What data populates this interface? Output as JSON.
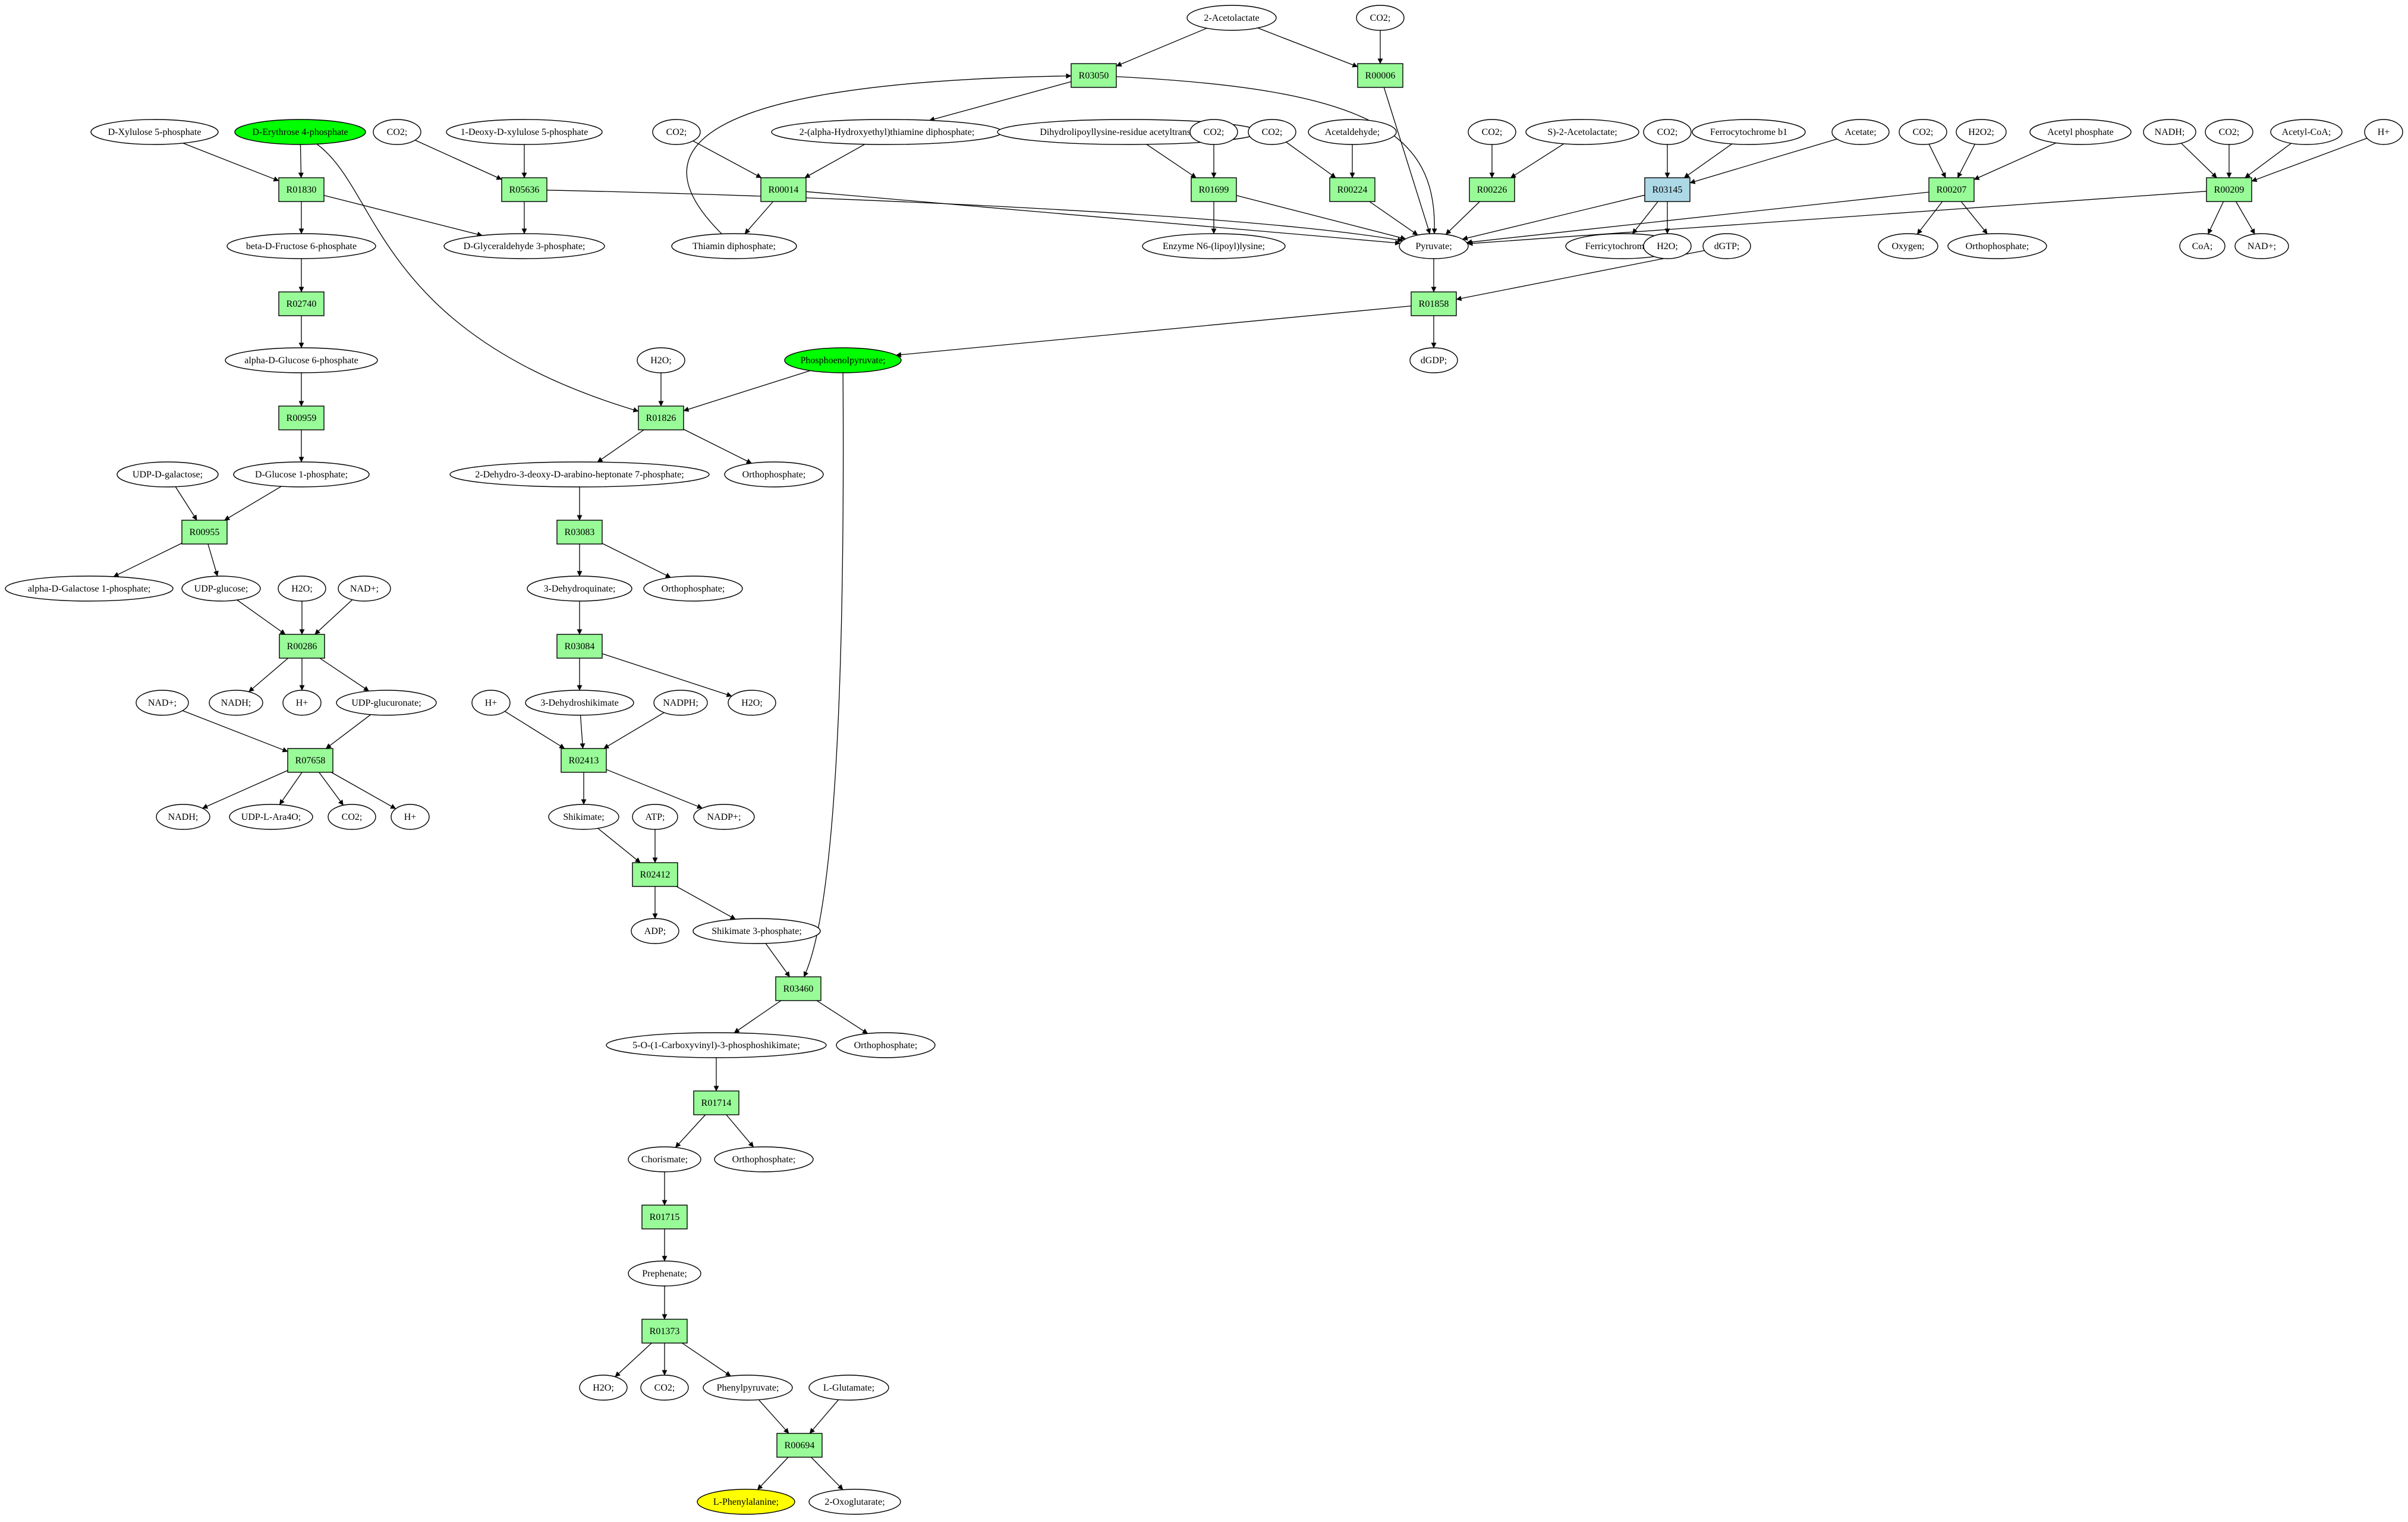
{
  "colors": {
    "reaction": "#98fb98",
    "reaction_highlight": "#add8e6",
    "compound": "#ffffff",
    "source_compound": "#00ff00",
    "target_compound": "#ffff00",
    "edge": "#000000"
  },
  "diagram": {
    "type": "metabolic-pathway-graph",
    "nodes": [
      {
        "id": "c_2acetolactate",
        "label": "2-Acetolactate",
        "kind": "compound"
      },
      {
        "id": "c_co2_top",
        "label": "CO2;",
        "kind": "compound"
      },
      {
        "id": "r_R03050",
        "label": "R03050",
        "kind": "reaction"
      },
      {
        "id": "r_R00006",
        "label": "R00006",
        "kind": "reaction"
      },
      {
        "id": "c_dxylulose5p",
        "label": "D-Xylulose 5-phosphate",
        "kind": "compound"
      },
      {
        "id": "c_derythrose4p",
        "label": "D-Erythrose 4-phosphate",
        "kind": "source"
      },
      {
        "id": "c_co2_a",
        "label": "CO2;",
        "kind": "compound"
      },
      {
        "id": "c_deoxyxylulose5p",
        "label": "1-Deoxy-D-xylulose 5-phosphate",
        "kind": "compound"
      },
      {
        "id": "c_co2_b",
        "label": "CO2;",
        "kind": "compound"
      },
      {
        "id": "c_hethdp",
        "label": "2-(alpha-Hydroxyethyl)thiamine diphosphate;",
        "kind": "compound"
      },
      {
        "id": "c_dihydrolipoyl",
        "label": "Dihydrolipoyllysine-residue acetyltransferase]",
        "kind": "compound"
      },
      {
        "id": "c_co2_c",
        "label": "CO2;",
        "kind": "compound"
      },
      {
        "id": "c_co2_d",
        "label": "CO2;",
        "kind": "compound"
      },
      {
        "id": "c_acetaldehyde",
        "label": "Acetaldehyde;",
        "kind": "compound"
      },
      {
        "id": "c_co2_e",
        "label": "CO2;",
        "kind": "compound"
      },
      {
        "id": "c_s2acetolactate",
        "label": "S)-2-Acetolactate;",
        "kind": "compound"
      },
      {
        "id": "c_co2_f",
        "label": "CO2;",
        "kind": "compound"
      },
      {
        "id": "c_ferrocytochrome",
        "label": "Ferrocytochrome b1",
        "kind": "compound"
      },
      {
        "id": "c_acetate",
        "label": "Acetate;",
        "kind": "compound"
      },
      {
        "id": "c_co2_g",
        "label": "CO2;",
        "kind": "compound"
      },
      {
        "id": "c_h2o2",
        "label": "H2O2;",
        "kind": "compound"
      },
      {
        "id": "c_acetylphosphate",
        "label": "Acetyl phosphate",
        "kind": "compound"
      },
      {
        "id": "c_nadh_top",
        "label": "NADH;",
        "kind": "compound"
      },
      {
        "id": "c_co2_h",
        "label": "CO2;",
        "kind": "compound"
      },
      {
        "id": "c_acetylcoa",
        "label": "Acetyl-CoA;",
        "kind": "compound"
      },
      {
        "id": "c_hplus_top",
        "label": "H+",
        "kind": "compound"
      },
      {
        "id": "r_R01830",
        "label": "R01830",
        "kind": "reaction"
      },
      {
        "id": "r_R05636",
        "label": "R05636",
        "kind": "reaction"
      },
      {
        "id": "r_R00014",
        "label": "R00014",
        "kind": "reaction"
      },
      {
        "id": "r_R01699",
        "label": "R01699",
        "kind": "reaction"
      },
      {
        "id": "r_R00224",
        "label": "R00224",
        "kind": "reaction"
      },
      {
        "id": "r_R00226",
        "label": "R00226",
        "kind": "reaction"
      },
      {
        "id": "r_R03145",
        "label": "R03145",
        "kind": "reaction_highlight"
      },
      {
        "id": "r_R00207",
        "label": "R00207",
        "kind": "reaction"
      },
      {
        "id": "r_R00209",
        "label": "R00209",
        "kind": "reaction"
      },
      {
        "id": "c_bdfructose6p",
        "label": "beta-D-Fructose 6-phosphate",
        "kind": "compound"
      },
      {
        "id": "c_dglyceraldehyde3p",
        "label": "D-Glyceraldehyde 3-phosphate;",
        "kind": "compound"
      },
      {
        "id": "c_thiamindp",
        "label": "Thiamin diphosphate;",
        "kind": "compound"
      },
      {
        "id": "c_enzymen6",
        "label": "Enzyme N6-(lipoyl)lysine;",
        "kind": "compound"
      },
      {
        "id": "c_pyruvate",
        "label": "Pyruvate;",
        "kind": "compound"
      },
      {
        "id": "c_ferricytochrome",
        "label": "Ferricytochrome b1",
        "kind": "compound"
      },
      {
        "id": "c_h2o_a",
        "label": "H2O;",
        "kind": "compound"
      },
      {
        "id": "c_dgtp",
        "label": "dGTP;",
        "kind": "compound"
      },
      {
        "id": "c_oxygen",
        "label": "Oxygen;",
        "kind": "compound"
      },
      {
        "id": "c_orthophosphate_a",
        "label": "Orthophosphate;",
        "kind": "compound"
      },
      {
        "id": "c_coa",
        "label": "CoA;",
        "kind": "compound"
      },
      {
        "id": "c_nadplus_a",
        "label": "NAD+;",
        "kind": "compound"
      },
      {
        "id": "r_R02740",
        "label": "R02740",
        "kind": "reaction"
      },
      {
        "id": "r_R01858",
        "label": "R01858",
        "kind": "reaction"
      },
      {
        "id": "c_adglucose6p",
        "label": "alpha-D-Glucose 6-phosphate",
        "kind": "compound"
      },
      {
        "id": "c_h2o_b",
        "label": "H2O;",
        "kind": "compound"
      },
      {
        "id": "c_pep",
        "label": "Phosphoenolpyruvate;",
        "kind": "source"
      },
      {
        "id": "c_dgdp",
        "label": "dGDP;",
        "kind": "compound"
      },
      {
        "id": "r_R00959",
        "label": "R00959",
        "kind": "reaction"
      },
      {
        "id": "r_R01826",
        "label": "R01826",
        "kind": "reaction"
      },
      {
        "id": "c_udpgalactose",
        "label": "UDP-D-galactose;",
        "kind": "compound"
      },
      {
        "id": "c_dglucose1p",
        "label": "D-Glucose 1-phosphate;",
        "kind": "compound"
      },
      {
        "id": "c_dahp",
        "label": "2-Dehydro-3-deoxy-D-arabino-heptonate 7-phosphate;",
        "kind": "compound"
      },
      {
        "id": "c_orthophosphate_b",
        "label": "Orthophosphate;",
        "kind": "compound"
      },
      {
        "id": "r_R00955",
        "label": "R00955",
        "kind": "reaction"
      },
      {
        "id": "r_R03083",
        "label": "R03083",
        "kind": "reaction"
      },
      {
        "id": "c_adgalactose1p",
        "label": "alpha-D-Galactose 1-phosphate;",
        "kind": "compound"
      },
      {
        "id": "c_udpglucose",
        "label": "UDP-glucose;",
        "kind": "compound"
      },
      {
        "id": "c_h2o_c",
        "label": "H2O;",
        "kind": "compound"
      },
      {
        "id": "c_nadplus_b",
        "label": "NAD+;",
        "kind": "compound"
      },
      {
        "id": "c_dehydroquinate",
        "label": "3-Dehydroquinate;",
        "kind": "compound"
      },
      {
        "id": "c_orthophosphate_c",
        "label": "Orthophosphate;",
        "kind": "compound"
      },
      {
        "id": "r_R00286",
        "label": "R00286",
        "kind": "reaction"
      },
      {
        "id": "r_R03084",
        "label": "R03084",
        "kind": "reaction"
      },
      {
        "id": "c_nadplus_c",
        "label": "NAD+;",
        "kind": "compound"
      },
      {
        "id": "c_nadh_b",
        "label": "NADH;",
        "kind": "compound"
      },
      {
        "id": "c_hplus_a",
        "label": "H+",
        "kind": "compound"
      },
      {
        "id": "c_udpglucuronate",
        "label": "UDP-glucuronate;",
        "kind": "compound"
      },
      {
        "id": "c_hplus_b",
        "label": "H+",
        "kind": "compound"
      },
      {
        "id": "c_dehydroshikimate",
        "label": "3-Dehydroshikimate",
        "kind": "compound"
      },
      {
        "id": "c_nadph",
        "label": "NADPH;",
        "kind": "compound"
      },
      {
        "id": "c_h2o_d",
        "label": "H2O;",
        "kind": "compound"
      },
      {
        "id": "r_R07658",
        "label": "R07658",
        "kind": "reaction"
      },
      {
        "id": "r_R02413",
        "label": "R02413",
        "kind": "reaction"
      },
      {
        "id": "c_nadh_c",
        "label": "NADH;",
        "kind": "compound"
      },
      {
        "id": "c_udplara4o",
        "label": "UDP-L-Ara4O;",
        "kind": "compound"
      },
      {
        "id": "c_co2_i",
        "label": "CO2;",
        "kind": "compound"
      },
      {
        "id": "c_hplus_c",
        "label": "H+",
        "kind": "compound"
      },
      {
        "id": "c_shikimate",
        "label": "Shikimate;",
        "kind": "compound"
      },
      {
        "id": "c_atp",
        "label": "ATP;",
        "kind": "compound"
      },
      {
        "id": "c_nadpplus",
        "label": "NADP+;",
        "kind": "compound"
      },
      {
        "id": "r_R02412",
        "label": "R02412",
        "kind": "reaction"
      },
      {
        "id": "c_adp",
        "label": "ADP;",
        "kind": "compound"
      },
      {
        "id": "c_shikimate3p",
        "label": "Shikimate 3-phosphate;",
        "kind": "compound"
      },
      {
        "id": "r_R03460",
        "label": "R03460",
        "kind": "reaction"
      },
      {
        "id": "c_epsp",
        "label": "5-O-(1-Carboxyvinyl)-3-phosphoshikimate;",
        "kind": "compound"
      },
      {
        "id": "c_orthophosphate_d",
        "label": "Orthophosphate;",
        "kind": "compound"
      },
      {
        "id": "r_R01714",
        "label": "R01714",
        "kind": "reaction"
      },
      {
        "id": "c_chorismate",
        "label": "Chorismate;",
        "kind": "compound"
      },
      {
        "id": "c_orthophosphate_e",
        "label": "Orthophosphate;",
        "kind": "compound"
      },
      {
        "id": "r_R01715",
        "label": "R01715",
        "kind": "reaction"
      },
      {
        "id": "c_prephenate",
        "label": "Prephenate;",
        "kind": "compound"
      },
      {
        "id": "r_R01373",
        "label": "R01373",
        "kind": "reaction"
      },
      {
        "id": "c_h2o_e",
        "label": "H2O;",
        "kind": "compound"
      },
      {
        "id": "c_co2_j",
        "label": "CO2;",
        "kind": "compound"
      },
      {
        "id": "c_phenylpyruvate",
        "label": "Phenylpyruvate;",
        "kind": "compound"
      },
      {
        "id": "c_lglutamate",
        "label": "L-Glutamate;",
        "kind": "compound"
      },
      {
        "id": "r_R00694",
        "label": "R00694",
        "kind": "reaction"
      },
      {
        "id": "c_lphenylalanine",
        "label": "L-Phenylalanine;",
        "kind": "target"
      },
      {
        "id": "c_2oxoglutarate",
        "label": "2-Oxoglutarate;",
        "kind": "compound"
      }
    ],
    "edges": [
      [
        "c_2acetolactate",
        "r_R03050"
      ],
      [
        "c_2acetolactate",
        "r_R00006"
      ],
      [
        "c_co2_top",
        "r_R00006"
      ],
      [
        "r_R03050",
        "c_hethdp"
      ],
      [
        "r_R03050",
        "c_pyruvate"
      ],
      [
        "c_thiamindp",
        "r_R03050"
      ],
      [
        "r_R00006",
        "c_pyruvate"
      ],
      [
        "c_dxylulose5p",
        "r_R01830"
      ],
      [
        "c_derythrose4p",
        "r_R01830"
      ],
      [
        "c_derythrose4p",
        "r_R01826"
      ],
      [
        "r_R01830",
        "c_bdfructose6p"
      ],
      [
        "r_R01830",
        "c_dglyceraldehyde3p"
      ],
      [
        "c_co2_a",
        "r_R05636"
      ],
      [
        "c_deoxyxylulose5p",
        "r_R05636"
      ],
      [
        "r_R05636",
        "c_dglyceraldehyde3p"
      ],
      [
        "r_R05636",
        "c_pyruvate"
      ],
      [
        "c_co2_b",
        "r_R00014"
      ],
      [
        "c_hethdp",
        "r_R00014"
      ],
      [
        "r_R00014",
        "c_thiamindp"
      ],
      [
        "r_R00014",
        "c_pyruvate"
      ],
      [
        "c_dihydrolipoyl",
        "r_R01699"
      ],
      [
        "c_co2_c",
        "r_R01699"
      ],
      [
        "r_R01699",
        "c_enzymen6"
      ],
      [
        "r_R01699",
        "c_pyruvate"
      ],
      [
        "c_co2_d",
        "r_R00224"
      ],
      [
        "c_acetaldehyde",
        "r_R00224"
      ],
      [
        "r_R00224",
        "c_pyruvate"
      ],
      [
        "c_co2_e",
        "r_R00226"
      ],
      [
        "c_s2acetolactate",
        "r_R00226"
      ],
      [
        "r_R00226",
        "c_pyruvate"
      ],
      [
        "c_co2_f",
        "r_R03145"
      ],
      [
        "c_ferrocytochrome",
        "r_R03145"
      ],
      [
        "c_acetate",
        "r_R03145"
      ],
      [
        "r_R03145",
        "c_pyruvate"
      ],
      [
        "r_R03145",
        "c_ferricytochrome"
      ],
      [
        "r_R03145",
        "c_h2o_a"
      ],
      [
        "c_co2_g",
        "r_R00207"
      ],
      [
        "c_h2o2",
        "r_R00207"
      ],
      [
        "c_acetylphosphate",
        "r_R00207"
      ],
      [
        "r_R00207",
        "c_pyruvate"
      ],
      [
        "r_R00207",
        "c_oxygen"
      ],
      [
        "r_R00207",
        "c_orthophosphate_a"
      ],
      [
        "c_nadh_top",
        "r_R00209"
      ],
      [
        "c_co2_h",
        "r_R00209"
      ],
      [
        "c_acetylcoa",
        "r_R00209"
      ],
      [
        "c_hplus_top",
        "r_R00209"
      ],
      [
        "r_R00209",
        "c_pyruvate"
      ],
      [
        "r_R00209",
        "c_coa"
      ],
      [
        "r_R00209",
        "c_nadplus_a"
      ],
      [
        "c_pyruvate",
        "r_R01858"
      ],
      [
        "c_dgtp",
        "r_R01858"
      ],
      [
        "r_R01858",
        "c_dgdp"
      ],
      [
        "r_R01858",
        "c_pep"
      ],
      [
        "c_bdfructose6p",
        "r_R02740"
      ],
      [
        "r_R02740",
        "c_adglucose6p"
      ],
      [
        "c_adglucose6p",
        "r_R00959"
      ],
      [
        "r_R00959",
        "c_dglucose1p"
      ],
      [
        "c_h2o_b",
        "r_R01826"
      ],
      [
        "c_pep",
        "r_R01826"
      ],
      [
        "c_pep",
        "r_R03460"
      ],
      [
        "r_R01826",
        "c_dahp"
      ],
      [
        "r_R01826",
        "c_orthophosphate_b"
      ],
      [
        "c_udpgalactose",
        "r_R00955"
      ],
      [
        "c_dglucose1p",
        "r_R00955"
      ],
      [
        "r_R00955",
        "c_adgalactose1p"
      ],
      [
        "r_R00955",
        "c_udpglucose"
      ],
      [
        "c_dahp",
        "r_R03083"
      ],
      [
        "r_R03083",
        "c_dehydroquinate"
      ],
      [
        "r_R03083",
        "c_orthophosphate_c"
      ],
      [
        "c_udpglucose",
        "r_R00286"
      ],
      [
        "c_h2o_c",
        "r_R00286"
      ],
      [
        "c_nadplus_b",
        "r_R00286"
      ],
      [
        "r_R00286",
        "c_nadh_b"
      ],
      [
        "r_R00286",
        "c_hplus_a"
      ],
      [
        "r_R00286",
        "c_udpglucuronate"
      ],
      [
        "c_dehydroquinate",
        "r_R03084"
      ],
      [
        "r_R03084",
        "c_dehydroshikimate"
      ],
      [
        "r_R03084",
        "c_h2o_d"
      ],
      [
        "c_nadplus_c",
        "r_R07658"
      ],
      [
        "c_udpglucuronate",
        "r_R07658"
      ],
      [
        "r_R07658",
        "c_nadh_c"
      ],
      [
        "r_R07658",
        "c_udplara4o"
      ],
      [
        "r_R07658",
        "c_co2_i"
      ],
      [
        "r_R07658",
        "c_hplus_c"
      ],
      [
        "c_hplus_b",
        "r_R02413"
      ],
      [
        "c_dehydroshikimate",
        "r_R02413"
      ],
      [
        "c_nadph",
        "r_R02413"
      ],
      [
        "r_R02413",
        "c_shikimate"
      ],
      [
        "r_R02413",
        "c_nadpplus"
      ],
      [
        "c_shikimate",
        "r_R02412"
      ],
      [
        "c_atp",
        "r_R02412"
      ],
      [
        "r_R02412",
        "c_adp"
      ],
      [
        "r_R02412",
        "c_shikimate3p"
      ],
      [
        "c_shikimate3p",
        "r_R03460"
      ],
      [
        "r_R03460",
        "c_epsp"
      ],
      [
        "r_R03460",
        "c_orthophosphate_d"
      ],
      [
        "c_epsp",
        "r_R01714"
      ],
      [
        "r_R01714",
        "c_chorismate"
      ],
      [
        "r_R01714",
        "c_orthophosphate_e"
      ],
      [
        "c_chorismate",
        "r_R01715"
      ],
      [
        "r_R01715",
        "c_prephenate"
      ],
      [
        "c_prephenate",
        "r_R01373"
      ],
      [
        "r_R01373",
        "c_h2o_e"
      ],
      [
        "r_R01373",
        "c_co2_j"
      ],
      [
        "r_R01373",
        "c_phenylpyruvate"
      ],
      [
        "c_phenylpyruvate",
        "r_R00694"
      ],
      [
        "c_lglutamate",
        "r_R00694"
      ],
      [
        "r_R00694",
        "c_lphenylalanine"
      ],
      [
        "r_R00694",
        "c_2oxoglutarate"
      ]
    ]
  }
}
